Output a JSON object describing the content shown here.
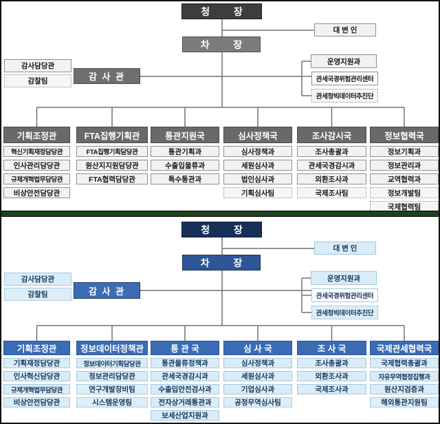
{
  "colors": {
    "top_commissioner_bg": "#3d3d3d",
    "top_deputy_bg": "#7b7b7b",
    "top_header_bg": "#696969",
    "top_item_bg": "#f2f2f2",
    "bottom_commissioner_bg": "#17305a",
    "bottom_deputy_bg": "#2c5697",
    "bottom_header_bg": "#3a6bb5",
    "bottom_item_bg": "#d9ecf7",
    "separator_band": "#1c431c",
    "connector_line": "#707070"
  },
  "charts": [
    {
      "theme": "gray-before",
      "commissioner": "청 장",
      "spokesperson": "대 변 인",
      "deputy": "차 장",
      "auditor": "감 사 관",
      "audit_items": [
        "감사담당관",
        "감찰팀"
      ],
      "support_items": [
        "운영지원과",
        "관세국경위험관리센터",
        "관세청빅데이터추진단"
      ],
      "columns": [
        {
          "title": "기획조정관",
          "items": [
            "혁신기획재정담당관",
            "인사관리담당관",
            "규제개혁법무담당관",
            "비상안전담당관"
          ]
        },
        {
          "title": "FTA집행기획관",
          "items": [
            "FTA집행기획담당관",
            "원산지지원담당관",
            "FTA협력담당관"
          ]
        },
        {
          "title": "통관지원국",
          "items": [
            "통관기획과",
            "수출입물류과",
            "특수통관과"
          ]
        },
        {
          "title": "심사정책국",
          "items": [
            "심사정책과",
            "세원심사과",
            "법인심사과",
            "기획심사팀"
          ]
        },
        {
          "title": "조사감시국",
          "items": [
            "조사총괄과",
            "관세국경감시과",
            "외환조사과",
            "국제조사팀"
          ]
        },
        {
          "title": "정보협력국",
          "items": [
            "정보기획과",
            "정보관리과",
            "교역협력과",
            "정보개발팀",
            "국제협력팀"
          ]
        }
      ]
    },
    {
      "theme": "blue-after",
      "commissioner": "청 장",
      "spokesperson": "대 변 인",
      "deputy": "차 장",
      "auditor": "감 사 관",
      "audit_items": [
        "감사담당관",
        "감찰팀"
      ],
      "support_items": [
        "운영지원과",
        "관세국경위험관리센터",
        "관세청빅데이터추진단"
      ],
      "columns": [
        {
          "title": "기획조정관",
          "items": [
            "기획재정담당관",
            "인사혁신담당관",
            "규제개혁법무담당관",
            "비상안전담당관"
          ]
        },
        {
          "title": "정보데이터정책관",
          "items": [
            "정보데이터기획담당관",
            "정보관리담당관",
            "연구개발장비팀",
            "시스템운영팀"
          ]
        },
        {
          "title": "통 관 국",
          "items": [
            "통관물류정책과",
            "관세국경감시과",
            "수출입안전검사과",
            "전자상거래통관과",
            "보세산업지원과"
          ]
        },
        {
          "title": "심 사 국",
          "items": [
            "심사정책과",
            "세원심사과",
            "기업심사과",
            "공정무역심사팀"
          ]
        },
        {
          "title": "조 사 국",
          "items": [
            "조사총괄과",
            "외환조사과",
            "국제조사과"
          ]
        },
        {
          "title": "국제관세협력국",
          "items": [
            "국제협력총괄과",
            "자유무역협정집행과",
            "원산지검증과",
            "해외통관지원팀"
          ]
        }
      ]
    }
  ]
}
